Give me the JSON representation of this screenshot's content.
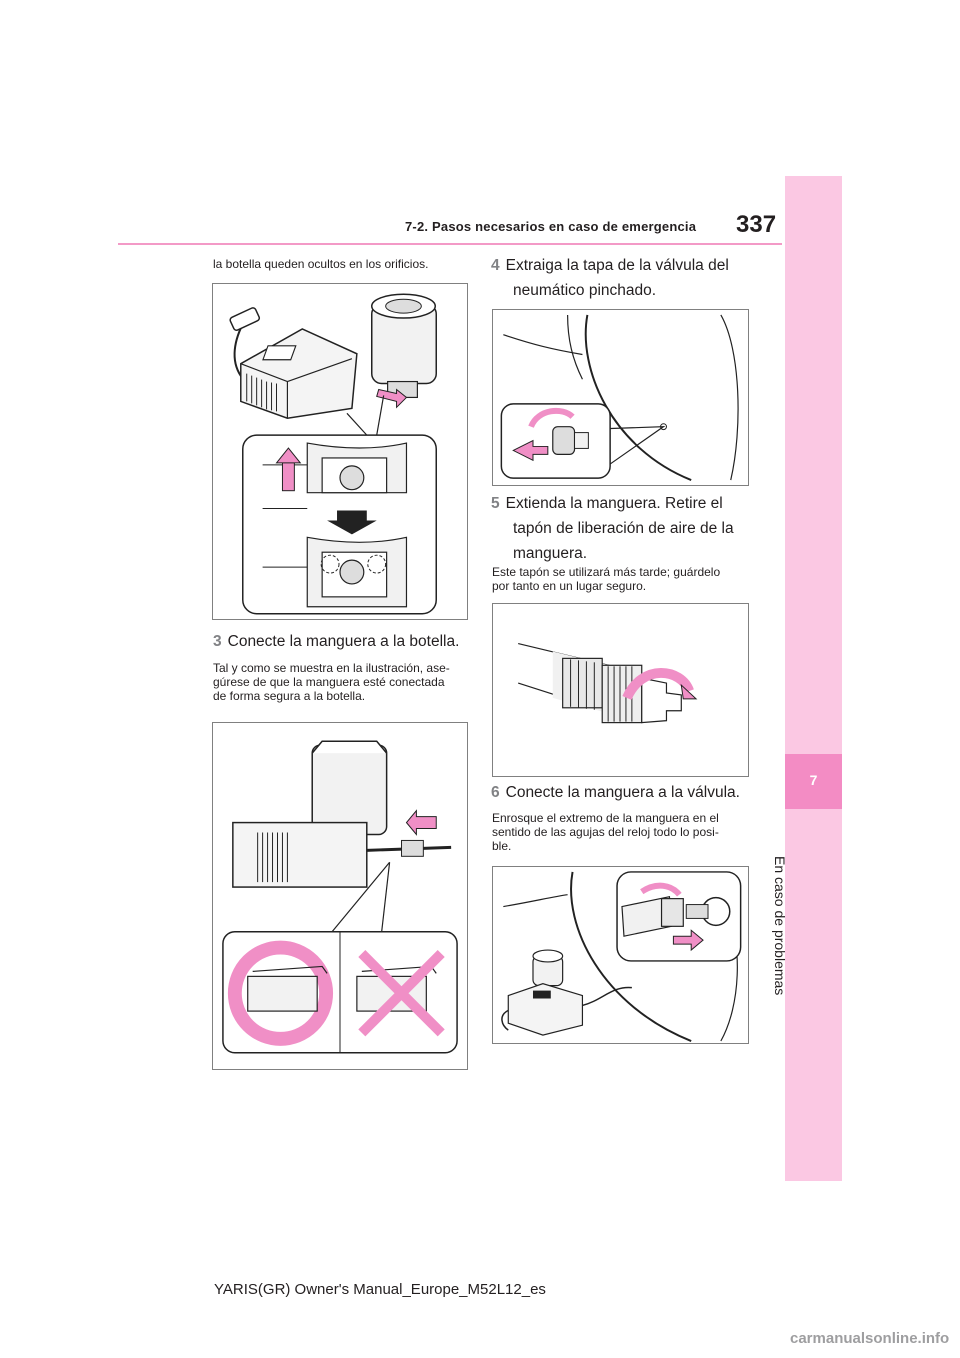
{
  "header": {
    "section_title": "7-2. Pasos necesarios en caso de emergencia",
    "page_number": "337"
  },
  "side_tab": {
    "chapter_number": "7",
    "chapter_title": "En caso de problemas"
  },
  "left_column": {
    "intro_text": "la botella queden ocultos en los orificios.",
    "step3": {
      "number": "3",
      "title": "Conecte la manguera a la botella.",
      "note_line1": "Tal y como se muestra en la ilustración, ase-",
      "note_line2": "gúrese de que la manguera esté conectada",
      "note_line3": "de forma segura a la botella."
    }
  },
  "right_column": {
    "step4": {
      "number": "4",
      "title_line1": "Extraiga la tapa de la válvula del",
      "title_line2": "neumático pinchado."
    },
    "step5": {
      "number": "5",
      "title_line1": "Extienda la manguera. Retire el",
      "title_line2": "tapón de liberación de aire de la",
      "title_line3": "manguera.",
      "note_line1": "Este tapón se utilizará más tarde; guárdelo",
      "note_line2": "por tanto en un lugar seguro."
    },
    "step6": {
      "number": "6",
      "title": "Conecte la manguera a la válvula.",
      "note_line1": "Enrosque el extremo de la manguera en el",
      "note_line2": "sentido de las agujas del reloj todo lo posi-",
      "note_line3": "ble."
    }
  },
  "footer": {
    "manual_id": "YARIS(GR) Owner's Manual_Europe_M52L12_es"
  },
  "watermark": {
    "text": "carmanualsonline.info"
  },
  "colors": {
    "accent_pink": "#f38cc4",
    "tab_pink": "#fbc8e3",
    "arrow_pink": "#f08fc6",
    "header_line": "#f39ac7"
  },
  "icons": [
    "bottle-install-illustration",
    "hose-bottle-illustration",
    "valve-cap-illustration",
    "hose-cap-illustration",
    "hose-valve-illustration"
  ]
}
